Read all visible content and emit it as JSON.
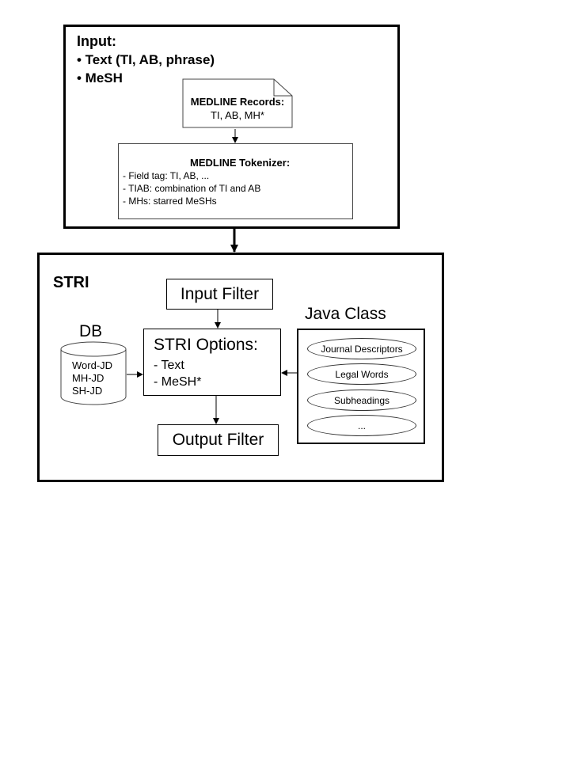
{
  "input": {
    "title": "Input:",
    "bullets": [
      "• Text (TI, AB, phrase)",
      "• MeSH"
    ],
    "records": {
      "title": "MEDLINE Records:",
      "fields": "TI, AB, MH*"
    },
    "tokenizer": {
      "title": "MEDLINE Tokenizer:",
      "lines": [
        "- Field tag: TI, AB, ...",
        "- TIAB: combination of TI and AB",
        "- MHs: starred MeSHs"
      ]
    }
  },
  "stri": {
    "title": "STRI",
    "input_filter": "Input Filter",
    "output_filter": "Output Filter",
    "options": {
      "title": "STRI Options:",
      "items": [
        "- Text",
        "- MeSH*"
      ]
    },
    "db": {
      "label": "DB",
      "items": [
        "Word-JD",
        "MH-JD",
        "SH-JD"
      ]
    },
    "java": {
      "label": "Java Class",
      "items": [
        "Journal Descriptors",
        "Legal Words",
        "Subheadings",
        "..."
      ]
    }
  }
}
